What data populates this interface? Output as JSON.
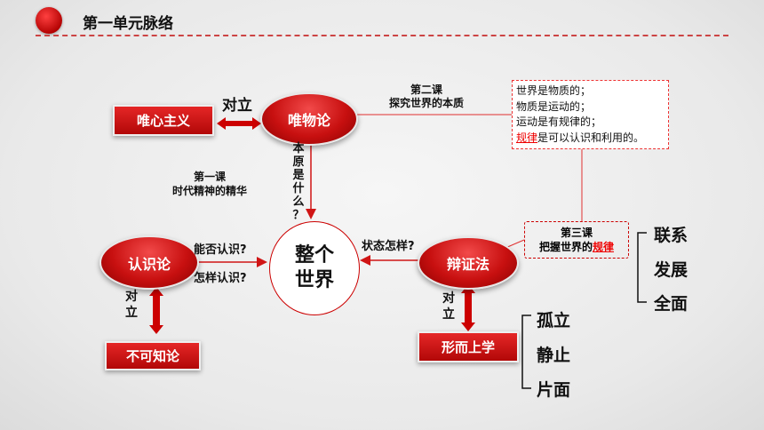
{
  "header": {
    "title": "第一单元脉络"
  },
  "nodes": {
    "idealism": "唯心主义",
    "materialism": "唯物论",
    "epistemology": "认识论",
    "agnosticism": "不可知论",
    "dialectics": "辩证法",
    "metaphysics": "形而上学",
    "world_line1": "整个",
    "world_line2": "世界"
  },
  "labels": {
    "opposition_horizontal": "对立",
    "opposition_left_1": "对",
    "opposition_left_2": "立",
    "opposition_right_1": "对",
    "opposition_right_2": "立",
    "origin_chars": [
      "本",
      "原",
      "是",
      "什",
      "么",
      "？"
    ],
    "can_know": "能否认识?",
    "how_know": "怎样认识?",
    "what_state": "状态怎样?"
  },
  "lessons": {
    "lesson1_title": "第一课",
    "lesson1_name": "时代精神的精华",
    "lesson2_title": "第二课",
    "lesson2_name": "探究世界的本质",
    "lesson3_title": "第三课",
    "lesson3_name_prefix": "把握世界的",
    "lesson3_name_highlight": "规律"
  },
  "infobox": {
    "line1": "世界是物质的；",
    "line2": "物质是运动的；",
    "line3": "运动是有规律的；",
    "line4_highlight": "规律",
    "line4_rest": "是可以认识和利用的。"
  },
  "dialectic_features": [
    "联系",
    "发展",
    "全面"
  ],
  "metaphysic_features": [
    "孤立",
    "静止",
    "片面"
  ],
  "colors": {
    "accent": "#c80000",
    "arrow": "#d01515",
    "line": "#e03030"
  }
}
